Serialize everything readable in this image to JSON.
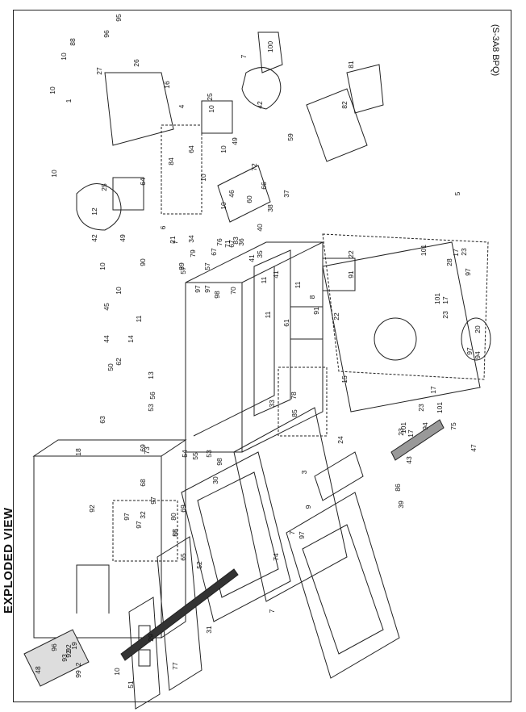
{
  "title": "EXPLODED VIEW",
  "code": "(S-3A8 BPQ)",
  "parts": [
    {
      "id": "p1",
      "n": "1"
    },
    {
      "id": "p2",
      "n": "2"
    },
    {
      "id": "p3",
      "n": "3"
    },
    {
      "id": "p4",
      "n": "4"
    },
    {
      "id": "p5",
      "n": "5"
    },
    {
      "id": "p6",
      "n": "6"
    },
    {
      "id": "p7a",
      "n": "7"
    },
    {
      "id": "p7b",
      "n": "7"
    },
    {
      "id": "p7c",
      "n": "7"
    },
    {
      "id": "p7d",
      "n": "7"
    },
    {
      "id": "p8",
      "n": "8"
    },
    {
      "id": "p9",
      "n": "9"
    },
    {
      "id": "p10a",
      "n": "10"
    },
    {
      "id": "p10b",
      "n": "10"
    },
    {
      "id": "p10c",
      "n": "10"
    },
    {
      "id": "p10d",
      "n": "10"
    },
    {
      "id": "p10e",
      "n": "10"
    },
    {
      "id": "p10f",
      "n": "10"
    },
    {
      "id": "p10g",
      "n": "10"
    },
    {
      "id": "p10h",
      "n": "10"
    },
    {
      "id": "p10i",
      "n": "10"
    },
    {
      "id": "p10j",
      "n": "10"
    },
    {
      "id": "p11a",
      "n": "11"
    },
    {
      "id": "p11b",
      "n": "11"
    },
    {
      "id": "p11c",
      "n": "11"
    },
    {
      "id": "p11d",
      "n": "11"
    },
    {
      "id": "p12",
      "n": "12"
    },
    {
      "id": "p13",
      "n": "13"
    },
    {
      "id": "p14",
      "n": "14"
    },
    {
      "id": "p15",
      "n": "15"
    },
    {
      "id": "p16",
      "n": "16"
    },
    {
      "id": "p17a",
      "n": "17"
    },
    {
      "id": "p17b",
      "n": "17"
    },
    {
      "id": "p17c",
      "n": "17"
    },
    {
      "id": "p17d",
      "n": "17"
    },
    {
      "id": "p18",
      "n": "18"
    },
    {
      "id": "p19",
      "n": "19"
    },
    {
      "id": "p20",
      "n": "20"
    },
    {
      "id": "p21",
      "n": "21"
    },
    {
      "id": "p22a",
      "n": "22"
    },
    {
      "id": "p22b",
      "n": "22"
    },
    {
      "id": "p23a",
      "n": "23"
    },
    {
      "id": "p23b",
      "n": "23"
    },
    {
      "id": "p23c",
      "n": "23"
    },
    {
      "id": "p23d",
      "n": "23"
    },
    {
      "id": "p24",
      "n": "24"
    },
    {
      "id": "p25a",
      "n": "25"
    },
    {
      "id": "p25b",
      "n": "25"
    },
    {
      "id": "p26",
      "n": "26"
    },
    {
      "id": "p27",
      "n": "27"
    },
    {
      "id": "p28",
      "n": "28"
    },
    {
      "id": "p29",
      "n": "29"
    },
    {
      "id": "p30",
      "n": "30"
    },
    {
      "id": "p31",
      "n": "31"
    },
    {
      "id": "p32",
      "n": "32"
    },
    {
      "id": "p33",
      "n": "33"
    },
    {
      "id": "p34",
      "n": "34"
    },
    {
      "id": "p35",
      "n": "35"
    },
    {
      "id": "p36",
      "n": "36"
    },
    {
      "id": "p37",
      "n": "37"
    },
    {
      "id": "p38",
      "n": "38"
    },
    {
      "id": "p39",
      "n": "39"
    },
    {
      "id": "p40",
      "n": "40"
    },
    {
      "id": "p41a",
      "n": "41"
    },
    {
      "id": "p41b",
      "n": "41"
    },
    {
      "id": "p42a",
      "n": "42"
    },
    {
      "id": "p42b",
      "n": "42"
    },
    {
      "id": "p43",
      "n": "43"
    },
    {
      "id": "p44",
      "n": "44"
    },
    {
      "id": "p45",
      "n": "45"
    },
    {
      "id": "p46",
      "n": "46"
    },
    {
      "id": "p47",
      "n": "47"
    },
    {
      "id": "p48",
      "n": "48"
    },
    {
      "id": "p49a",
      "n": "49"
    },
    {
      "id": "p49b",
      "n": "49"
    },
    {
      "id": "p50",
      "n": "50"
    },
    {
      "id": "p51",
      "n": "51"
    },
    {
      "id": "p52",
      "n": "52"
    },
    {
      "id": "p53a",
      "n": "53"
    },
    {
      "id": "p53b",
      "n": "53"
    },
    {
      "id": "p54",
      "n": "54"
    },
    {
      "id": "p55",
      "n": "55"
    },
    {
      "id": "p56",
      "n": "56"
    },
    {
      "id": "p57a",
      "n": "57"
    },
    {
      "id": "p57b",
      "n": "57"
    },
    {
      "id": "p58",
      "n": "58"
    },
    {
      "id": "p59",
      "n": "59"
    },
    {
      "id": "p60",
      "n": "60"
    },
    {
      "id": "p61",
      "n": "61"
    },
    {
      "id": "p62",
      "n": "62"
    },
    {
      "id": "p63",
      "n": "63"
    },
    {
      "id": "p64a",
      "n": "64"
    },
    {
      "id": "p64b",
      "n": "64"
    },
    {
      "id": "p65",
      "n": "65"
    },
    {
      "id": "p66",
      "n": "66"
    },
    {
      "id": "p67a",
      "n": "67"
    },
    {
      "id": "p67b",
      "n": "67"
    },
    {
      "id": "p68",
      "n": "68"
    },
    {
      "id": "p69a",
      "n": "69"
    },
    {
      "id": "p69b",
      "n": "69"
    },
    {
      "id": "p70",
      "n": "70"
    },
    {
      "id": "p71",
      "n": "71"
    },
    {
      "id": "p72",
      "n": "72"
    },
    {
      "id": "p73",
      "n": "73"
    },
    {
      "id": "p74",
      "n": "74"
    },
    {
      "id": "p75",
      "n": "75"
    },
    {
      "id": "p76",
      "n": "76"
    },
    {
      "id": "p77",
      "n": "77"
    },
    {
      "id": "p78",
      "n": "78"
    },
    {
      "id": "p79",
      "n": "79"
    },
    {
      "id": "p80",
      "n": "80"
    },
    {
      "id": "p81",
      "n": "81"
    },
    {
      "id": "p82",
      "n": "82"
    },
    {
      "id": "p83",
      "n": "83"
    },
    {
      "id": "p84",
      "n": "84"
    },
    {
      "id": "p85a",
      "n": "85"
    },
    {
      "id": "p85b",
      "n": "85"
    },
    {
      "id": "p86",
      "n": "86"
    },
    {
      "id": "p88",
      "n": "88"
    },
    {
      "id": "p89",
      "n": "89"
    },
    {
      "id": "p90",
      "n": "90"
    },
    {
      "id": "p91a",
      "n": "91"
    },
    {
      "id": "p91b",
      "n": "91"
    },
    {
      "id": "p92a",
      "n": "92"
    },
    {
      "id": "p92b",
      "n": "92"
    },
    {
      "id": "p92c",
      "n": "92"
    },
    {
      "id": "p93",
      "n": "93"
    },
    {
      "id": "p94a",
      "n": "94"
    },
    {
      "id": "p94b",
      "n": "94"
    },
    {
      "id": "p95",
      "n": "95"
    },
    {
      "id": "p96a",
      "n": "96"
    },
    {
      "id": "p96b",
      "n": "96"
    },
    {
      "id": "p97a",
      "n": "97"
    },
    {
      "id": "p97b",
      "n": "97"
    },
    {
      "id": "p97c",
      "n": "97"
    },
    {
      "id": "p97d",
      "n": "97"
    },
    {
      "id": "p97e",
      "n": "97"
    },
    {
      "id": "p97f",
      "n": "97"
    },
    {
      "id": "p97g",
      "n": "97"
    },
    {
      "id": "p97h",
      "n": "97"
    },
    {
      "id": "p98a",
      "n": "98"
    },
    {
      "id": "p98b",
      "n": "98"
    },
    {
      "id": "p99",
      "n": "99"
    },
    {
      "id": "p100",
      "n": "100"
    },
    {
      "id": "p101a",
      "n": "101"
    },
    {
      "id": "p101b",
      "n": "101"
    },
    {
      "id": "p101c",
      "n": "101"
    },
    {
      "id": "p101d",
      "n": "101"
    }
  ]
}
